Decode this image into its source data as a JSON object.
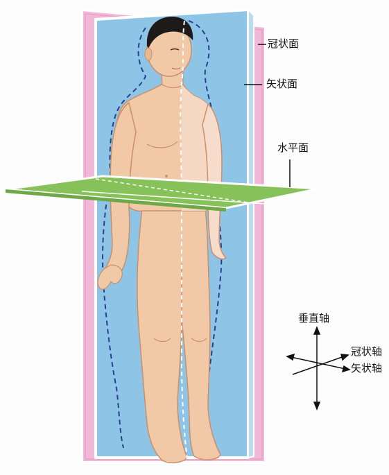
{
  "labels": {
    "coronal_plane": "冠状面",
    "sagittal_plane": "矢状面",
    "horizontal_plane": "水平面",
    "vertical_axis": "垂直轴",
    "coronal_axis": "冠状轴",
    "sagittal_axis": "矢状轴"
  },
  "colors": {
    "coronal_plane": "#f2b8d8",
    "sagittal_plane": "#8ec5e6",
    "horizontal_plane": "#86c15a",
    "skin": "#f1c9a6",
    "skin_shadow": "#d9a57e",
    "hair": "#1d1b1a",
    "dashes": "#2b3f8e"
  }
}
